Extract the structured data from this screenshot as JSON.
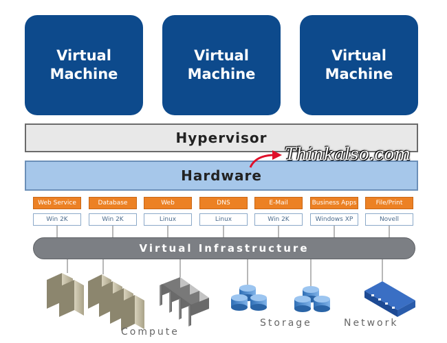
{
  "virtual_machines": [
    {
      "label": "Virtual\nMachine"
    },
    {
      "label": "Virtual\nMachine"
    },
    {
      "label": "Virtual\nMachine"
    }
  ],
  "hypervisor": {
    "label": "Hypervisor"
  },
  "hardware": {
    "label": "Hardware"
  },
  "watermark": {
    "text": "Thinkalso.com"
  },
  "workloads": [
    {
      "app": "Web Service",
      "os": "Win 2K"
    },
    {
      "app": "Database",
      "os": "Win 2K"
    },
    {
      "app": "Web",
      "os": "Linux"
    },
    {
      "app": "DNS",
      "os": "Linux"
    },
    {
      "app": "E-Mail",
      "os": "Win 2K"
    },
    {
      "app": "Business Apps",
      "os": "Windows XP"
    },
    {
      "app": "File/Print",
      "os": "Novell"
    }
  ],
  "virtual_infrastructure": {
    "label": "Virtual Infrastructure"
  },
  "resources": {
    "compute": "Compute",
    "storage": "Storage",
    "network": "Network"
  },
  "colors": {
    "vm_blue": "#0d4a8c",
    "hardware_blue": "#a6c7ea",
    "app_orange": "#ec8124",
    "infra_gray": "#7c7f84"
  }
}
